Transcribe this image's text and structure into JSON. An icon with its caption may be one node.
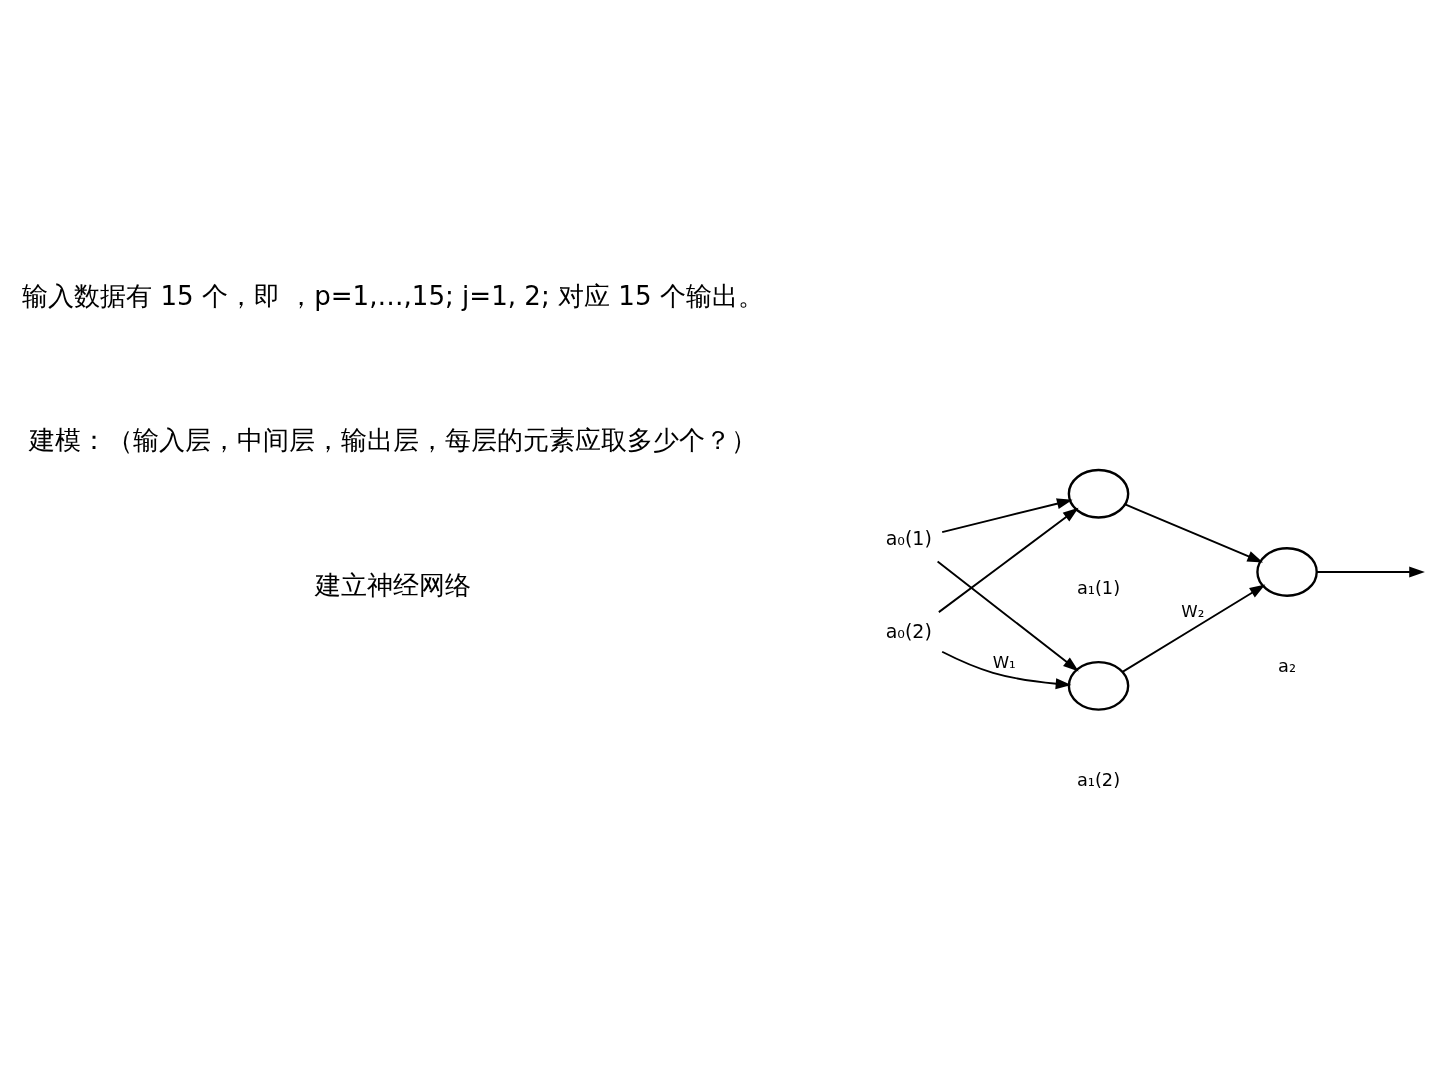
{
  "diagram": {
    "nodes": [
      {
        "text": [
          "a₀(1)"
        ]
      },
      {
        "text": [
          "a₀(2)"
        ]
      },
      {
        "text": [],
        "shape": "circle",
        "beside": [
          "a₁(1)"
        ]
      },
      {
        "text": [],
        "shape": "circle",
        "beside": [
          "a₁(2)"
        ]
      },
      {
        "text": [],
        "shape": "circle",
        "beside": [
          "a₂"
        ]
      }
    ],
    "edges": [
      {
        "from": 0,
        "to": 2,
        "arrow": "to"
      },
      {
        "from": 0,
        "to": 3,
        "arrow": "to"
      },
      {
        "from": 1,
        "to": 2,
        "arrow": "to"
      },
      {
        "from": 1,
        "to": 3,
        "arrow": "to",
        "label": "W₁"
      },
      {
        "from": 2,
        "to": 4,
        "arrow": "to"
      },
      {
        "from": 3,
        "to": 4,
        "arrow": "to",
        "label": "W₂"
      },
      {
        "from": 4,
        "to": null,
        "arrow": "to"
      }
    ],
    "labels": [
      "输入数据有 15 个，即 ，p=1,…,15; j=1, 2; 对应 15 个输出。",
      "建模：（输入层，中间层，输出层，每层的元素应取多少个？）",
      "建立神经网络"
    ]
  }
}
